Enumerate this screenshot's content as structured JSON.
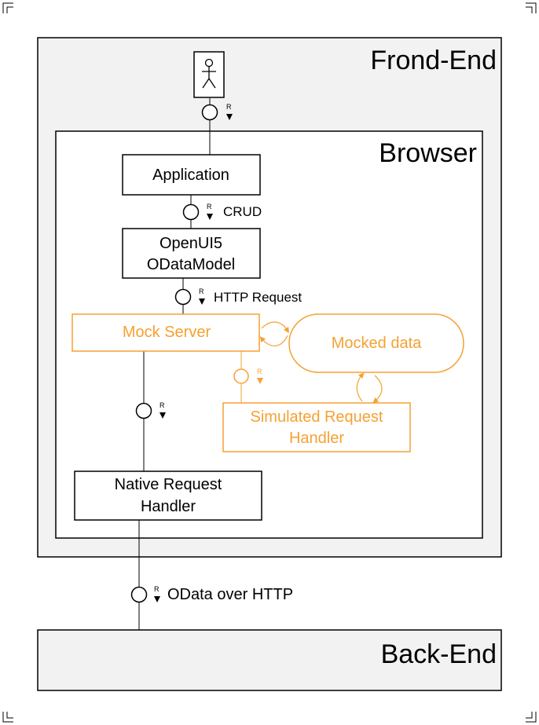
{
  "colors": {
    "stroke": "#000000",
    "accent": "#f5a132",
    "zone_fill": "#f2f2f2",
    "canvas": "#ffffff"
  },
  "icons": {
    "user": "stick-figure-icon",
    "interface": "required-interface-icon",
    "loop": "curved-double-arrow-icon"
  },
  "zones": {
    "frontend_title": "Frond-End",
    "browser_title": "Browser",
    "backend_title": "Back-End"
  },
  "boxes": {
    "application": "Application",
    "openui5_line1": "OpenUI5",
    "openui5_line2": "ODataModel",
    "mock_server": "Mock Server",
    "mocked_data": "Mocked data",
    "simulated_line1": "Simulated Request",
    "simulated_line2": "Handler",
    "native_line1": "Native Request",
    "native_line2": "Handler"
  },
  "connectors": {
    "r_marker": "R",
    "crud": "CRUD",
    "http_request": "HTTP Request",
    "odata_over_http": "OData over HTTP"
  }
}
